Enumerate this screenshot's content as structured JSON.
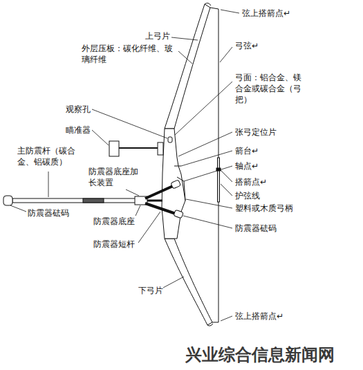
{
  "diagram": {
    "labels": [
      "弦上搭箭点↵",
      "上弓片",
      "外层压板：碳化纤维、玻璃纤维",
      "弓弦↵",
      "弓面：铝合金、镁合金或碳合金（弓把）",
      "观察孔",
      "瞄准器",
      "张弓定位片",
      "主防震杆（碳合金、铝碳质）",
      "箭台↵",
      "防震器底座加长装置",
      "轴点↵",
      "搭箭点↵",
      "护弦线",
      "塑料或木质弓柄",
      "防震器砝码",
      "防震器底座",
      "防震器砝码",
      "防震器短杆",
      "下弓片",
      "弦上搭箭点↵",
      "兴业综合信息新闻网"
    ]
  }
}
